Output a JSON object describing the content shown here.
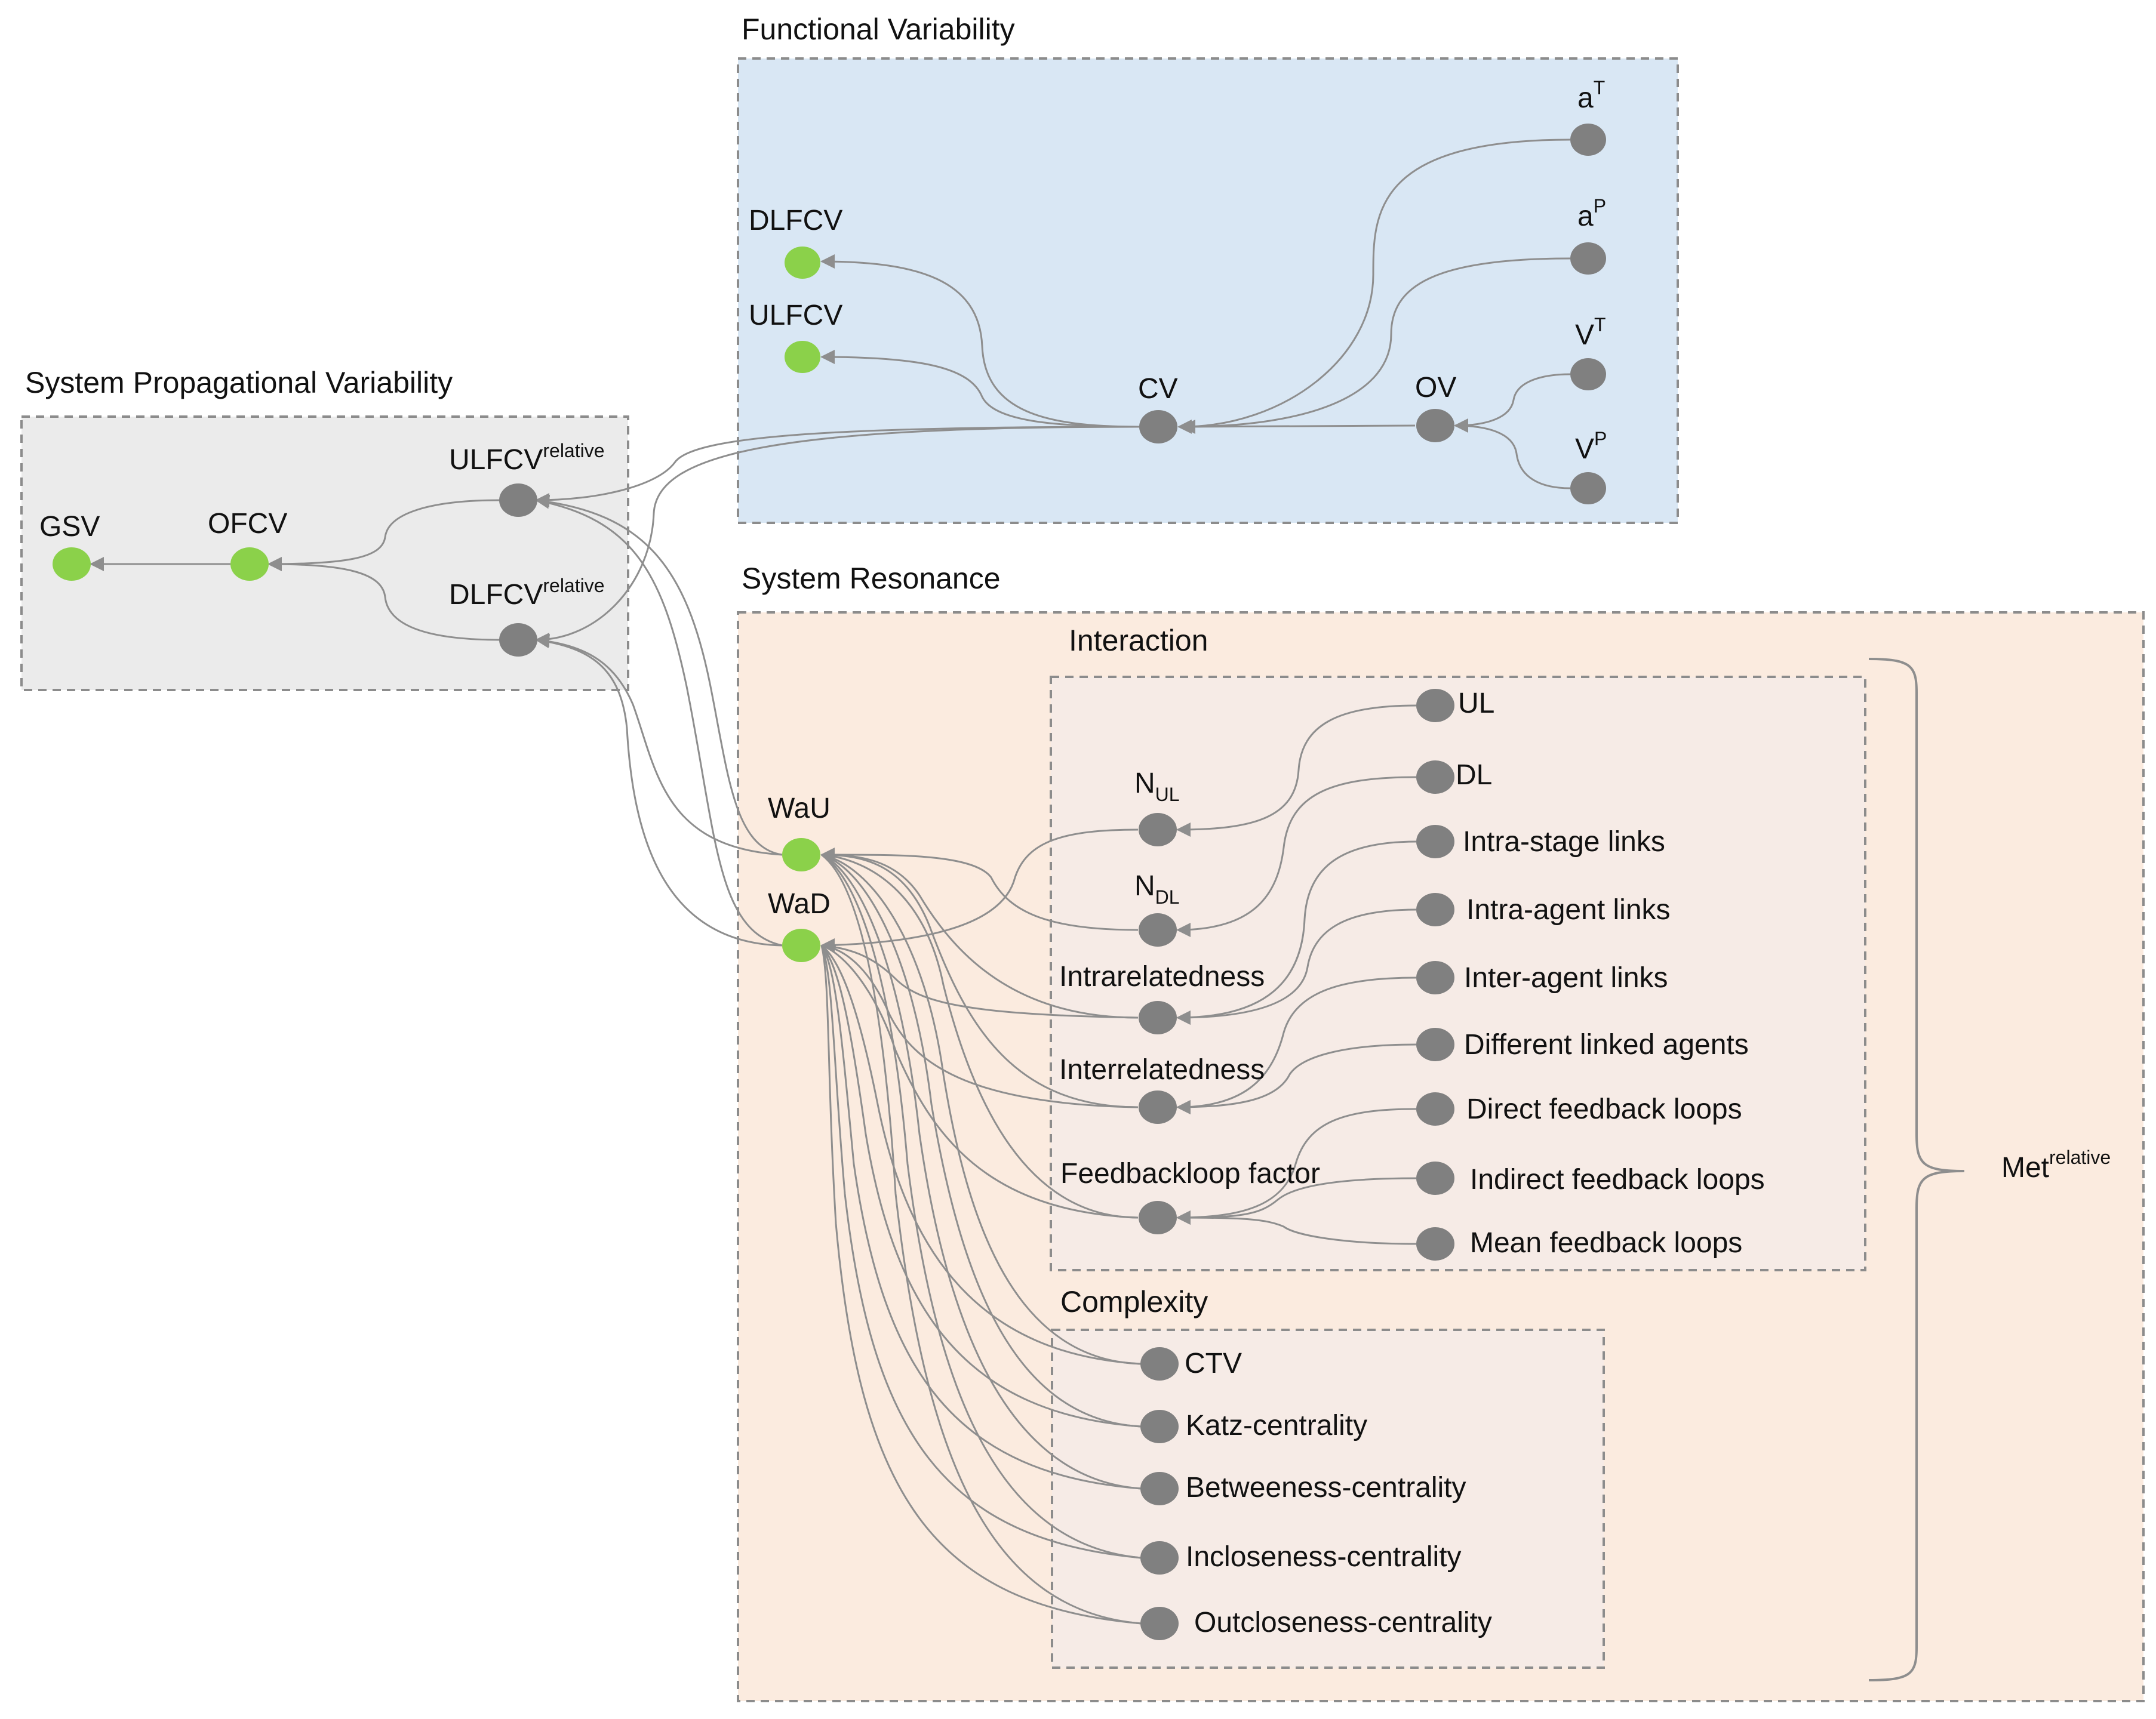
{
  "groups": {
    "functional_variability": {
      "title": "Functional Variability",
      "fill": "#d9e7f4"
    },
    "system_propagational_variability": {
      "title": "System Propagational Variability",
      "fill": "#ebebeb"
    },
    "system_resonance": {
      "title": "System Resonance",
      "fill": "#fbebdf"
    },
    "interaction": {
      "title": "Interaction",
      "fill": "#f6ebe6"
    },
    "complexity": {
      "title": "Complexity",
      "fill": "#f6ebe6"
    }
  },
  "colors": {
    "node_green": "#8bd14a",
    "node_gray": "#808080",
    "edge": "#8e8e8e"
  },
  "nodes": {
    "aT": {
      "base": "a",
      "sup": "T"
    },
    "aP": {
      "base": "a",
      "sup": "P"
    },
    "VT": {
      "base": "V",
      "sup": "T"
    },
    "VP": {
      "base": "V",
      "sup": "P"
    },
    "DLFCV": "DLFCV",
    "ULFCV": "ULFCV",
    "CV": "CV",
    "OV": "OV",
    "GSV": "GSV",
    "OFCV": "OFCV",
    "ULFCV_rel": {
      "base": "ULFCV",
      "sup": "relative"
    },
    "DLFCV_rel": {
      "base": "DLFCV",
      "sup": "relative"
    },
    "WaU": "WaU",
    "WaD": "WaD",
    "NUL": {
      "base": "N",
      "sub": "UL"
    },
    "NDL": {
      "base": "N",
      "sub": "DL"
    },
    "Intrarelatedness": "Intrarelatedness",
    "Interrelatedness": "Interrelatedness",
    "Feedbackloop": "Feedbackloop factor",
    "UL": "UL",
    "DL": "DL",
    "IntraStage": "Intra-stage links",
    "IntraAgent": "Intra-agent links",
    "InterAgent": "Inter-agent links",
    "DiffAgents": "Different linked agents",
    "DirectFB": "Direct feedback loops",
    "IndirectFB": "Indirect feedback loops",
    "MeanFB": "Mean feedback loops",
    "CTV": "CTV",
    "Katz": "Katz-centrality",
    "Betweeness": "Betweeness-centrality",
    "Incloseness": "Incloseness-centrality",
    "Outcloseness": "Outcloseness-centrality"
  },
  "brace_label": {
    "base": "Met",
    "sup": "relative"
  }
}
